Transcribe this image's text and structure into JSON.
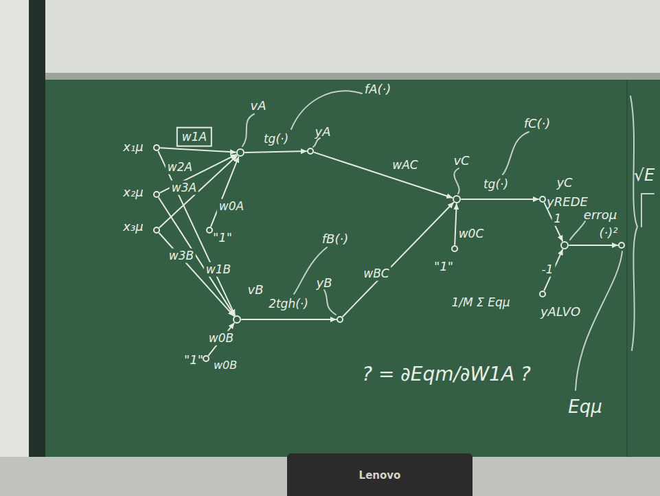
{
  "diagram": {
    "nodes": [
      {
        "text": [
          "x₁μ"
        ]
      },
      {
        "text": [
          "x₂μ"
        ]
      },
      {
        "text": [
          "x₃μ"
        ]
      },
      {
        "text": [
          "\"1\""
        ]
      },
      {
        "text": [
          "vA"
        ]
      },
      {
        "text": [
          "yA"
        ]
      },
      {
        "text": [
          "\"1\""
        ]
      },
      {
        "text": [
          "vB"
        ]
      },
      {
        "text": [
          "yB"
        ]
      },
      {
        "text": [
          "\"1\""
        ]
      },
      {
        "text": [
          "vC"
        ]
      },
      {
        "text": [
          "yC",
          "yREDE"
        ]
      },
      {
        "text": [
          "yALVO"
        ]
      },
      {
        "text": [
          "erroμ"
        ]
      },
      {
        "text": [
          "(·)²"
        ]
      }
    ],
    "edges": [
      {
        "from": 0,
        "to": 4,
        "label": "w1A",
        "arrow": "to"
      },
      {
        "from": 1,
        "to": 4,
        "label": "w2A",
        "arrow": "to"
      },
      {
        "from": 2,
        "to": 4,
        "label": "w3A",
        "arrow": "to"
      },
      {
        "from": 3,
        "to": 4,
        "label": "w0A",
        "arrow": "to"
      },
      {
        "from": 0,
        "to": 7,
        "label": "w1B",
        "arrow": "to"
      },
      {
        "from": 1,
        "to": 7,
        "arrow": "to"
      },
      {
        "from": 2,
        "to": 7,
        "label": "w3B",
        "arrow": "to"
      },
      {
        "from": 6,
        "to": 7,
        "label": "w0B",
        "arrow": "to"
      },
      {
        "from": 4,
        "to": 5,
        "label": "tg(·)",
        "arrow": "to"
      },
      {
        "from": 7,
        "to": 8,
        "label": "2tgh(·)",
        "arrow": "to"
      },
      {
        "from": 5,
        "to": 10,
        "label": "wAC",
        "arrow": "to"
      },
      {
        "from": 8,
        "to": 10,
        "label": "wBC",
        "arrow": "to"
      },
      {
        "from": 9,
        "to": 10,
        "label": "w0C",
        "arrow": "to"
      },
      {
        "from": 10,
        "to": 11,
        "label": "tg(·)",
        "arrow": "to"
      },
      {
        "from": 11,
        "to": 13,
        "label": "1",
        "arrow": "to"
      },
      {
        "from": 12,
        "to": 13,
        "label": "-1",
        "arrow": "to"
      },
      {
        "from": 13,
        "to": 14,
        "arrow": "to"
      }
    ],
    "labels": [
      "fA(·)",
      "fB(·)",
      "fC(·)",
      "1/M Σ Eqμ",
      "? = ∂Eqm/∂W1A ?",
      "Eqμ",
      "√E",
      "w0B",
      "Lenovo"
    ]
  }
}
